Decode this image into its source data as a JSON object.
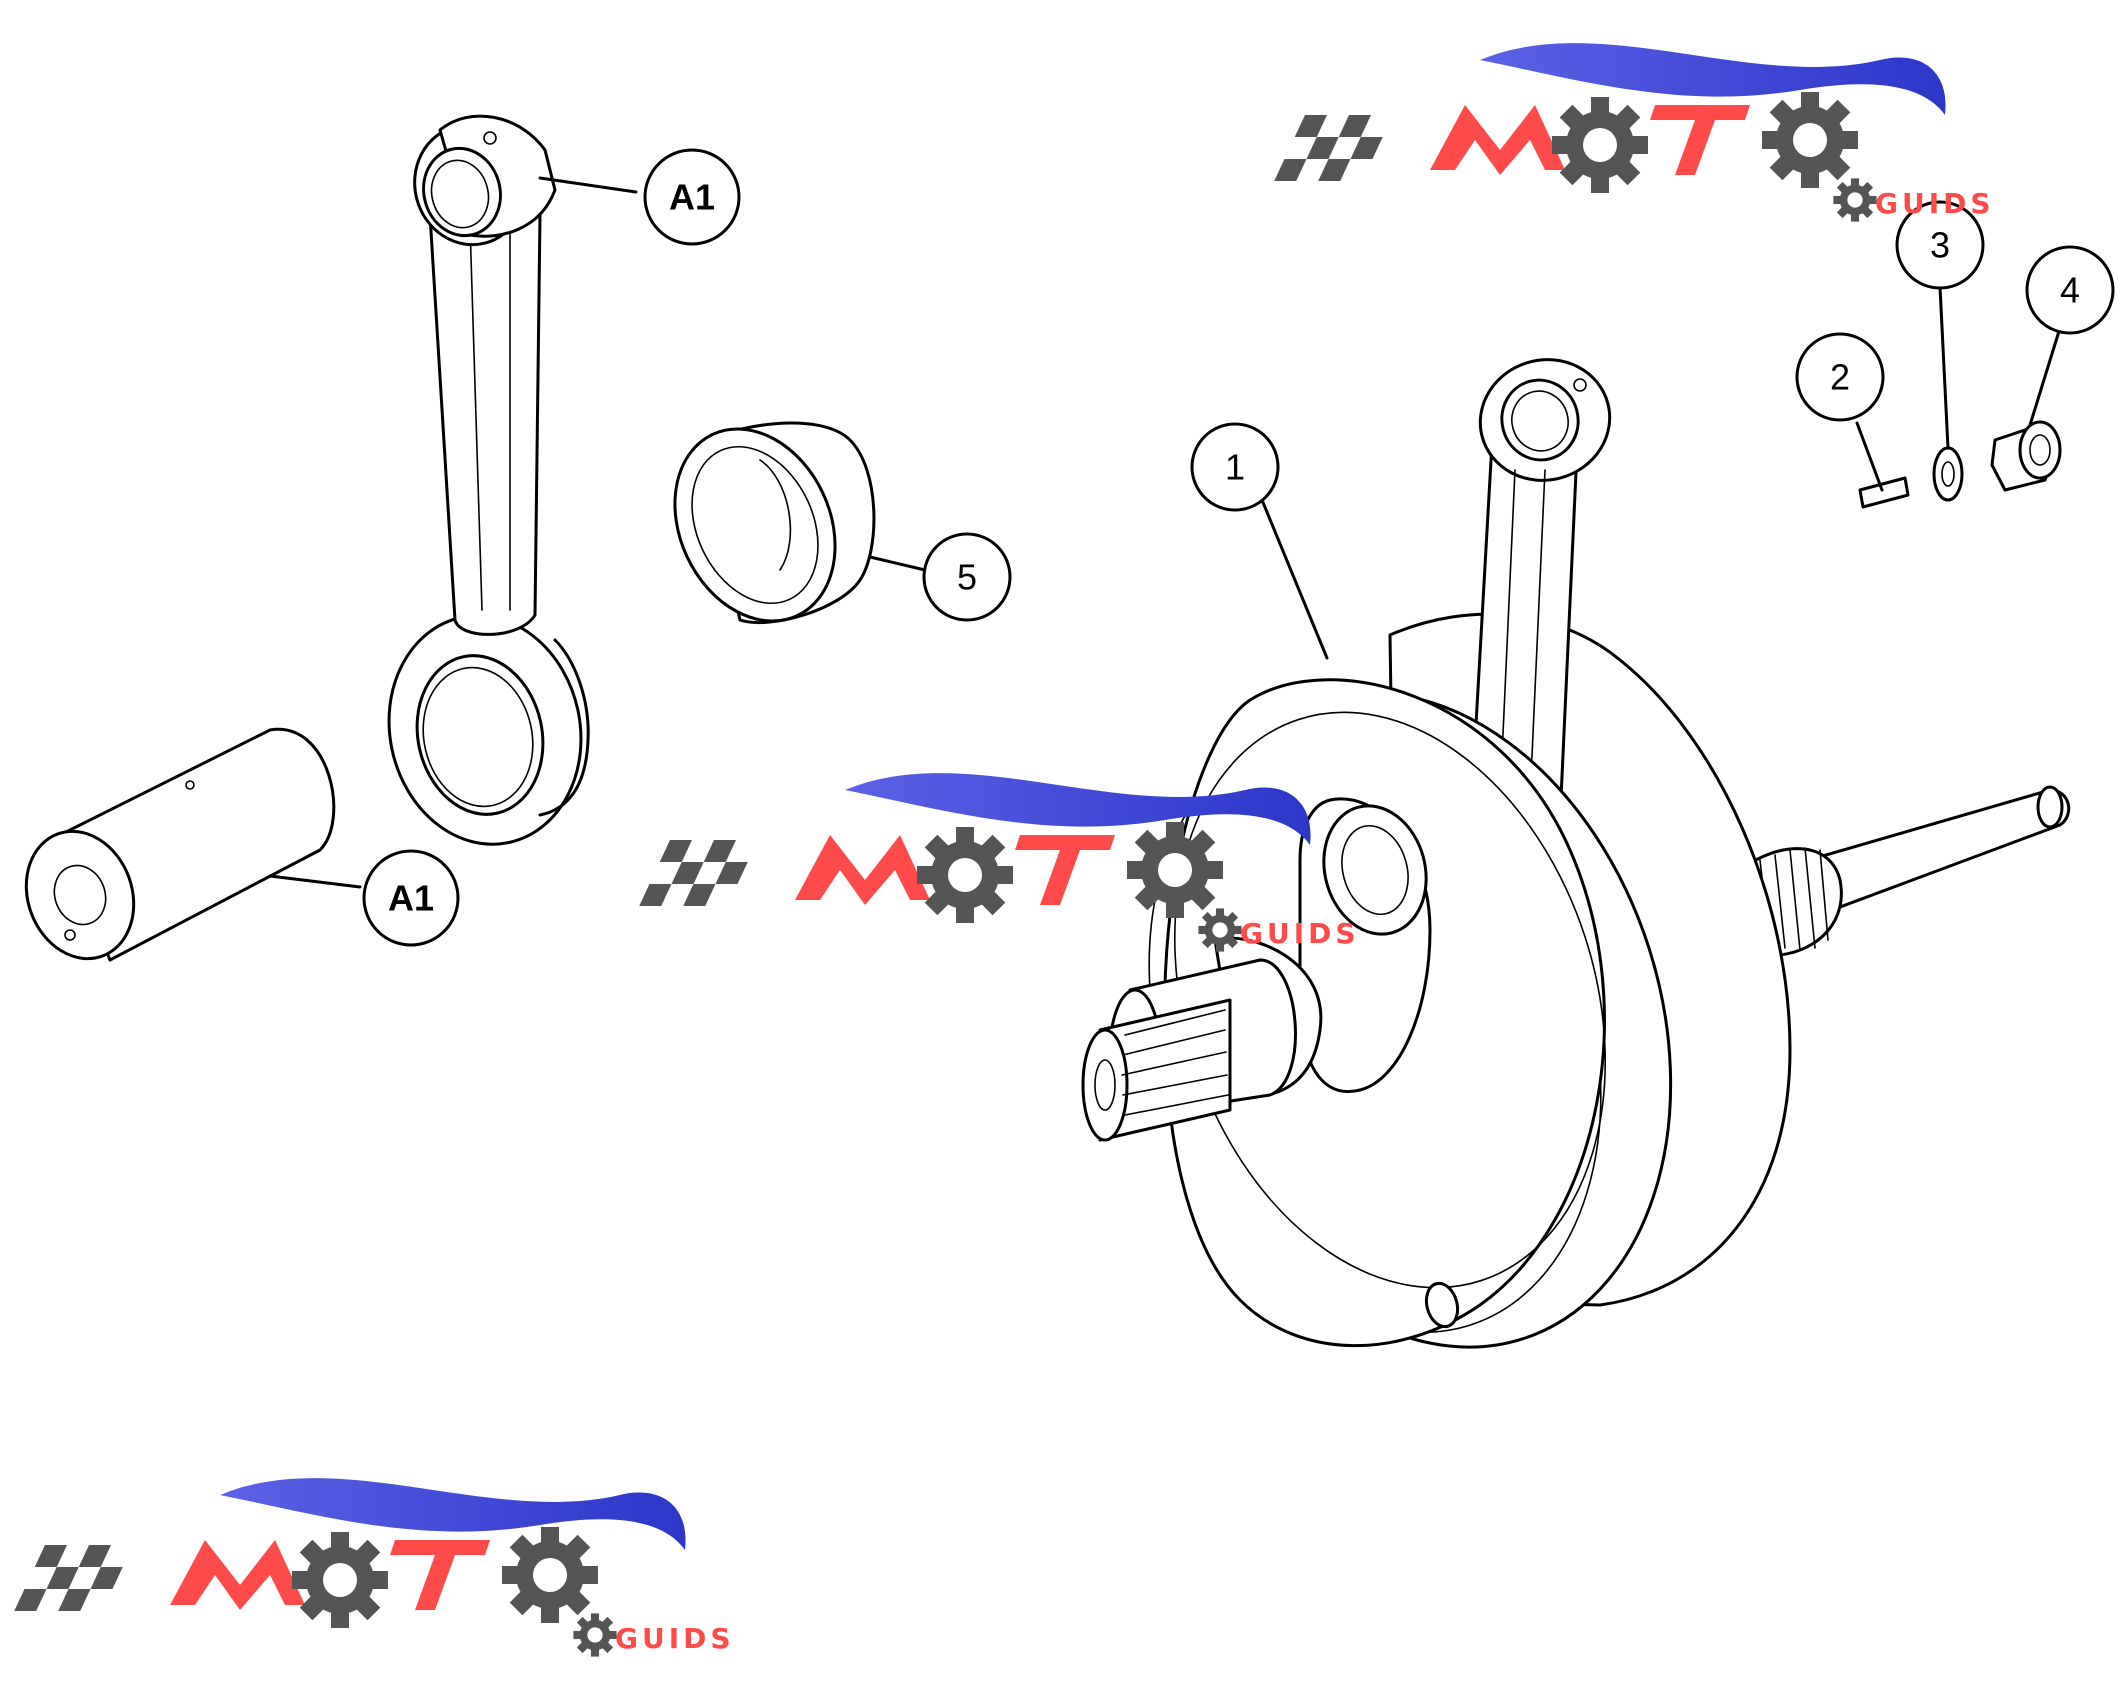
{
  "callouts": [
    {
      "id": "part-1",
      "label": "1"
    },
    {
      "id": "part-2",
      "label": "2"
    },
    {
      "id": "part-3",
      "label": "3"
    },
    {
      "id": "part-4",
      "label": "4"
    },
    {
      "id": "part-5",
      "label": "5"
    },
    {
      "id": "part-a1-rod",
      "label": "A1"
    },
    {
      "id": "part-a1-pin",
      "label": "A1"
    }
  ],
  "watermark": {
    "brand": "MOTO",
    "sub": "GUIDS",
    "colors": {
      "red": "#ff4a4a",
      "blue": "#3a46d6",
      "gray": "#555555"
    }
  }
}
